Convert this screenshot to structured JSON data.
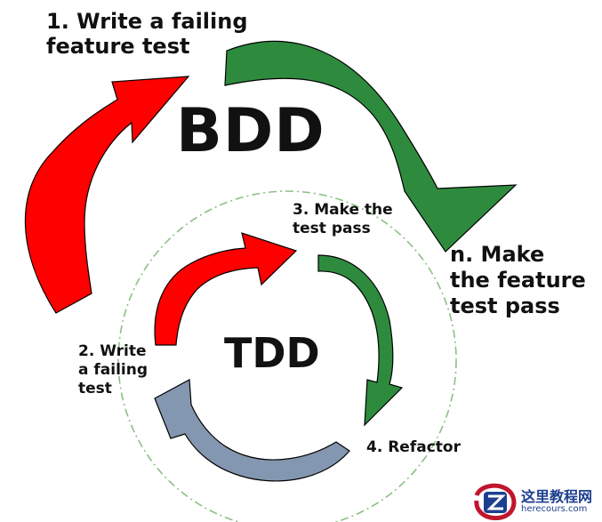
{
  "colors": {
    "red_arrow": "#ff0000",
    "green_arrow": "#2e8b3e",
    "blue_arrow": "#8497b0",
    "dash_circle": "#8cc084",
    "text": "#111111"
  },
  "labels": {
    "step1": "1. Write a failing\nfeature test",
    "stepn": "n. Make\nthe feature\ntest pass",
    "bdd": "BDD",
    "tdd": "TDD",
    "step3": "3. Make the\ntest pass",
    "step2": "2. Write\na failing\ntest",
    "step4": "4. Refactor"
  },
  "watermark": {
    "title": "这里教程网",
    "url": "herecours.com",
    "icon": "z-logo-icon"
  }
}
